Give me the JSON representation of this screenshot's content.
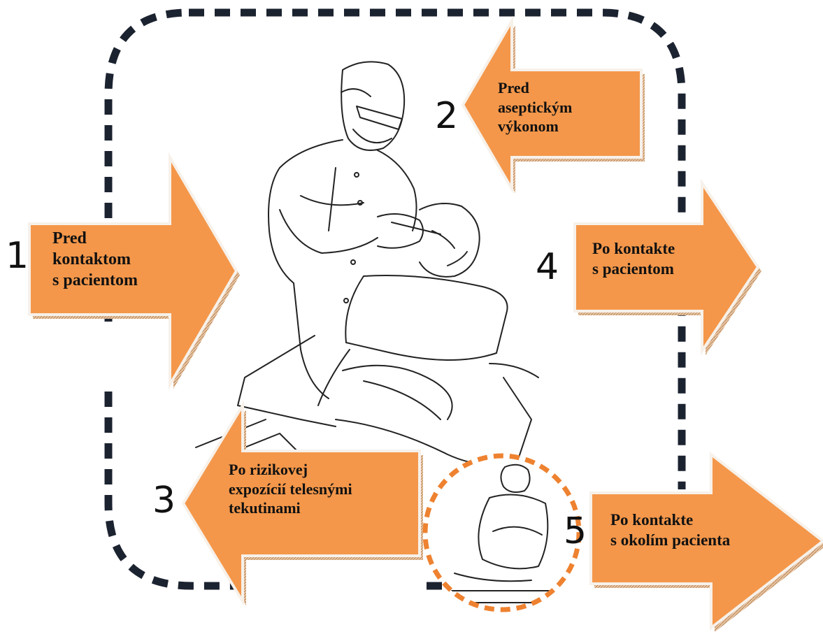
{
  "colors": {
    "arrow_fill": "#F4974A",
    "arrow_edge": "#C98A55",
    "loop_stroke": "#1c2330",
    "circle_stroke": "#EE8230",
    "text": "#111111"
  },
  "moments": [
    {
      "number": "1",
      "label_lines": [
        "Pred",
        "kontaktom",
        "s pacientom"
      ],
      "direction": "right",
      "icon": "arrow-right"
    },
    {
      "number": "2",
      "label_lines": [
        "Pred",
        "aseptickým",
        "výkonom"
      ],
      "direction": "left",
      "icon": "arrow-left"
    },
    {
      "number": "3",
      "label_lines": [
        "Po rizikovej",
        "expozícií telesnými",
        "tekutinami"
      ],
      "direction": "left",
      "icon": "arrow-left"
    },
    {
      "number": "4",
      "label_lines": [
        "Po kontakte",
        "s pacientom"
      ],
      "direction": "right",
      "icon": "arrow-right"
    },
    {
      "number": "5",
      "label_lines": [
        "Po kontakte",
        "s okolím pacienta"
      ],
      "direction": "right",
      "icon": "arrow-right"
    }
  ],
  "illustration": {
    "main": "dentist-treating-patient-illustration",
    "inset": "empty-dental-chair-illustration"
  }
}
